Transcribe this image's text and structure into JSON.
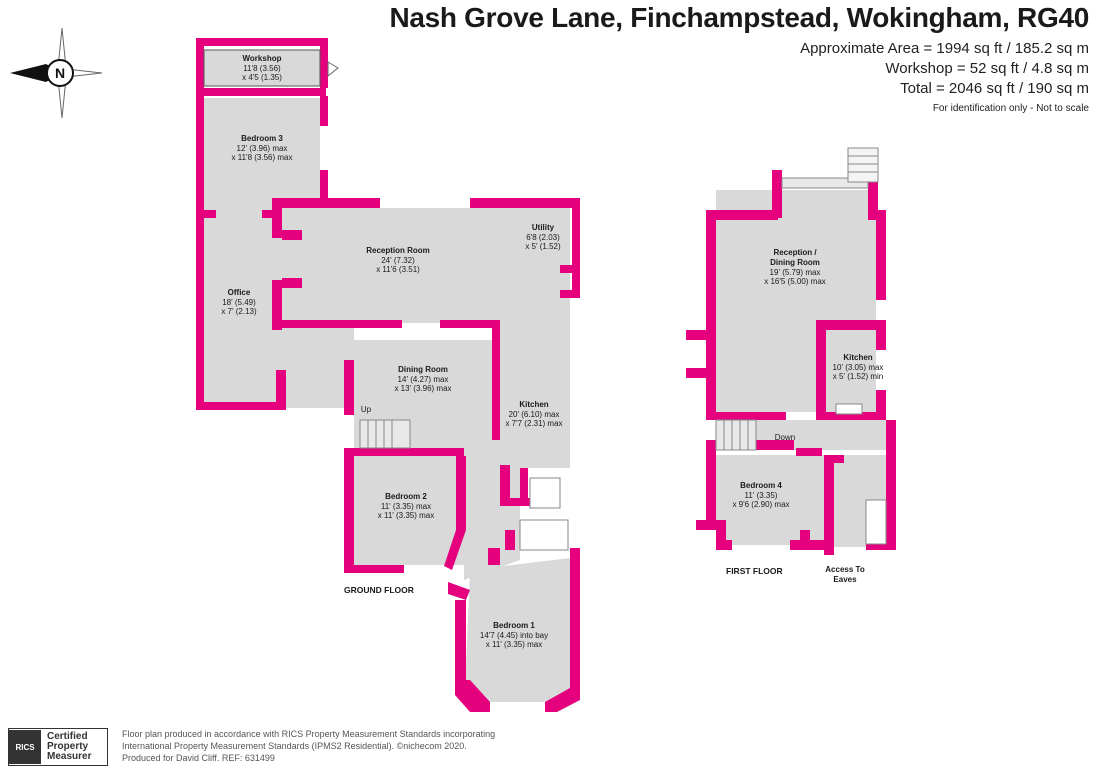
{
  "header": {
    "title": "Nash Grove Lane, Finchampstead, Wokingham, RG40",
    "area_lines": [
      "Approximate Area = 1994 sq ft / 185.2 sq m",
      "Workshop = 52 sq ft / 4.8 sq m",
      "Total = 2046 sq ft / 190 sq m"
    ],
    "note": "For identification only - Not to scale"
  },
  "compass": {
    "letter": "N",
    "icon": "compass-icon"
  },
  "ground_floor": {
    "label": "GROUND FLOOR",
    "stairs_label": "Up",
    "rooms": [
      {
        "name": "Workshop",
        "dims": [
          "11'8 (3.56)",
          "x 4'5 (1.35)"
        ]
      },
      {
        "name": "Bedroom 3",
        "dims": [
          "12' (3.96) max",
          "x 11'8 (3.56) max"
        ]
      },
      {
        "name": "Office",
        "dims": [
          "18' (5.49)",
          "x 7' (2.13)"
        ]
      },
      {
        "name": "Reception Room",
        "dims": [
          "24' (7.32)",
          "x 11'6 (3.51)"
        ]
      },
      {
        "name": "Utility",
        "dims": [
          "6'8 (2.03)",
          "x 5' (1.52)"
        ]
      },
      {
        "name": "Dining Room",
        "dims": [
          "14' (4.27) max",
          "x 13' (3.96) max"
        ]
      },
      {
        "name": "Kitchen",
        "dims": [
          "20' (6.10) max",
          "x 7'7 (2.31) max"
        ]
      },
      {
        "name": "Bedroom 2",
        "dims": [
          "11' (3.35) max",
          "x 11' (3.35) max"
        ]
      },
      {
        "name": "Bedroom 1",
        "dims": [
          "14'7 (4.45) into bay",
          "x 11' (3.35) max"
        ]
      }
    ]
  },
  "first_floor": {
    "label": "FIRST FLOOR",
    "stairs_label": "Down",
    "eaves_label": [
      "Access To",
      "Eaves"
    ],
    "rooms": [
      {
        "name": "Reception /",
        "name2": "Dining Room",
        "dims": [
          "19' (5.79) max",
          "x 16'5 (5.00) max"
        ]
      },
      {
        "name": "Kitchen",
        "dims": [
          "10' (3.05) max",
          "x 5' (1.52) min"
        ]
      },
      {
        "name": "Bedroom 4",
        "dims": [
          "11' (3.35)",
          "x 9'6 (2.90) max"
        ]
      }
    ]
  },
  "footer": {
    "badge": "RICS",
    "certification": [
      "Certified",
      "Property",
      "Measurer"
    ],
    "lines": [
      "Floor plan produced in accordance with RICS Property Measurement Standards incorporating",
      "International Property Measurement Standards (IPMS2 Residential).  ©nichecom 2020.",
      "Produced for David Cliff.   REF:  631499"
    ]
  },
  "colors": {
    "wall": "#e5007e",
    "room": "#d9d9d9"
  }
}
